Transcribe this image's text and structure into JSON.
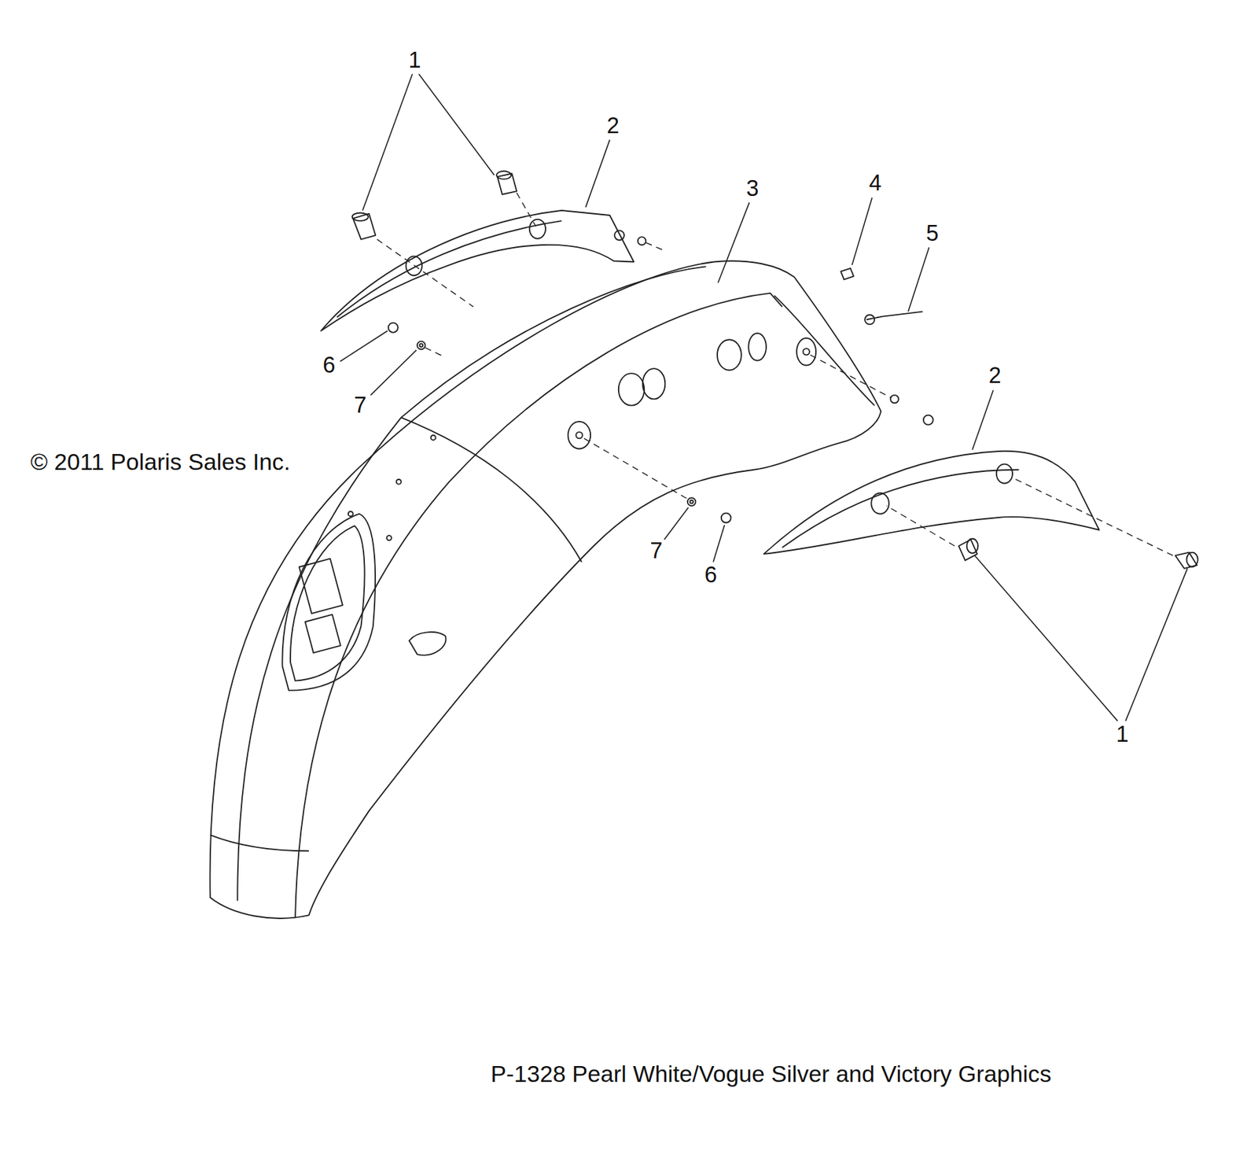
{
  "diagram": {
    "caption": "P-1328  Pearl White/Vogue Silver and Victory Graphics",
    "labels": [
      "1",
      "2",
      "3",
      "4",
      "5",
      "6",
      "7",
      "2",
      "7",
      "6",
      "1",
      "© 2011 Polaris Sales Inc."
    ]
  }
}
